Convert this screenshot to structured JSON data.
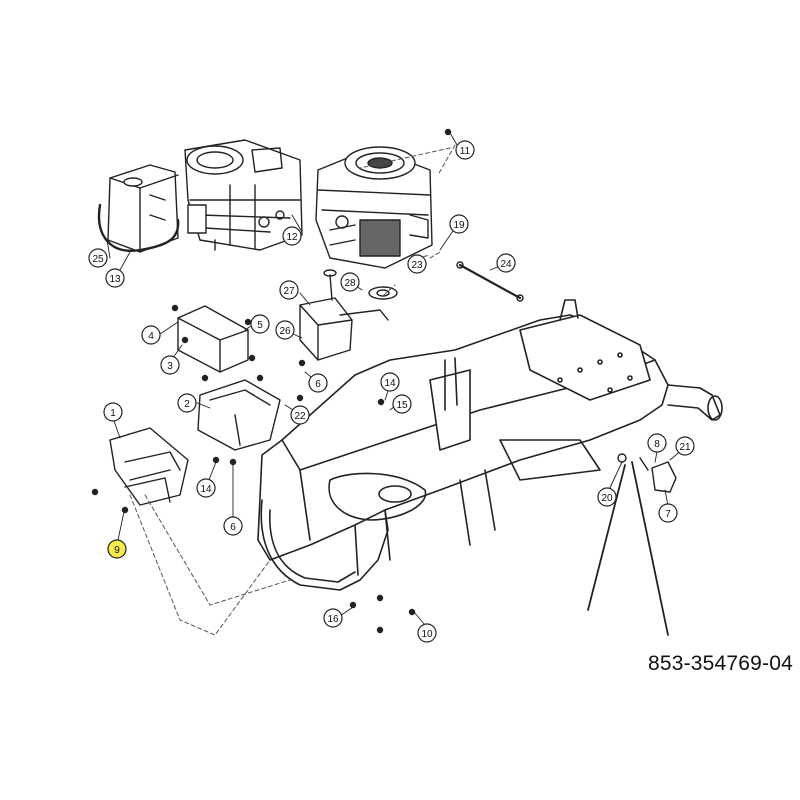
{
  "diagram": {
    "part_number": "853-354769-04",
    "highlight_color": "#f5e94c",
    "callouts": [
      {
        "label": "1"
      },
      {
        "label": "2"
      },
      {
        "label": "3"
      },
      {
        "label": "4"
      },
      {
        "label": "5"
      },
      {
        "label": "6"
      },
      {
        "label": "6"
      },
      {
        "label": "7"
      },
      {
        "label": "8"
      },
      {
        "label": "9",
        "highlighted": true
      },
      {
        "label": "10"
      },
      {
        "label": "11"
      },
      {
        "label": "12"
      },
      {
        "label": "13"
      },
      {
        "label": "14"
      },
      {
        "label": "15"
      },
      {
        "label": "16"
      },
      {
        "label": "19"
      },
      {
        "label": "20"
      },
      {
        "label": "21"
      },
      {
        "label": "22"
      },
      {
        "label": "23"
      },
      {
        "label": "24"
      },
      {
        "label": "25"
      },
      {
        "label": "26"
      },
      {
        "label": "27"
      },
      {
        "label": "28"
      }
    ]
  }
}
